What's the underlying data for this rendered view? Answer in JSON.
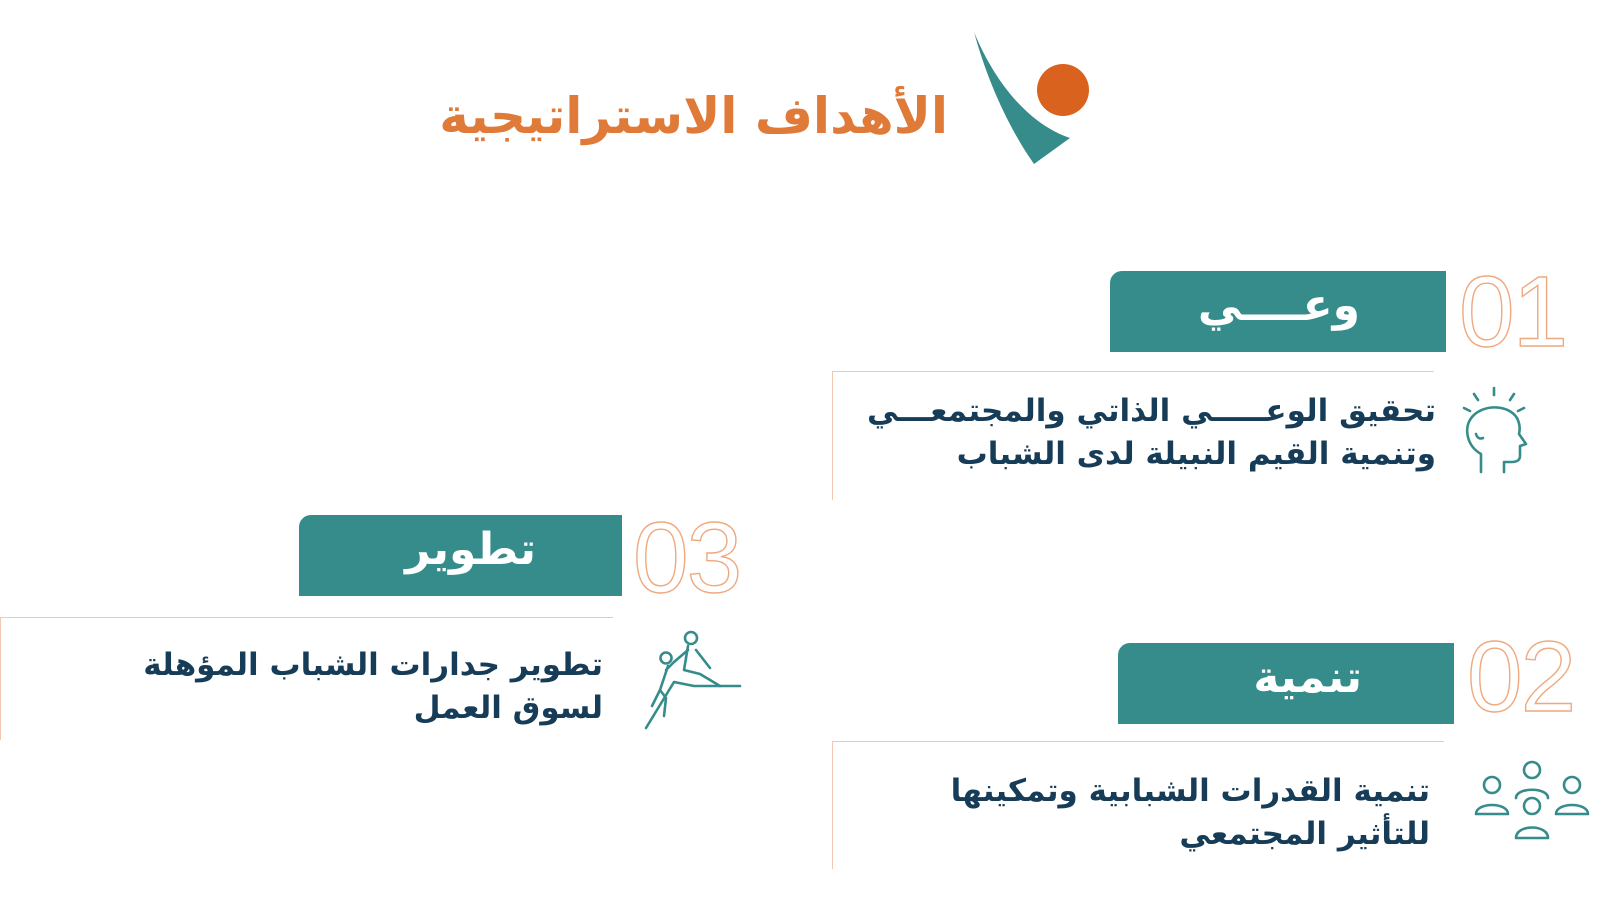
{
  "header": {
    "title": "الأهداف الاستراتيجية",
    "logo_icon": "brand-logo-icon"
  },
  "colors": {
    "teal": "#358c8a",
    "orange": "#e07a39",
    "navy": "#173c58",
    "number_outline": "#efa97f",
    "card_border": "#f2c9b0"
  },
  "goals": [
    {
      "number": "01",
      "label": "وعــــي",
      "description": "تحقيق الوعـــــي الذاتي والمجتمعـــي وتنمية القيم النبيلة لدى الشباب",
      "icon": "head-idea-icon"
    },
    {
      "number": "02",
      "label": "تنمية",
      "description": "تنمية القدرات الشبابية وتمكينها للتأثير المجتمعي",
      "icon": "people-group-icon"
    },
    {
      "number": "03",
      "label": "تطوير",
      "description": "تطوير جدارات الشباب المؤهلة لسوق العمل",
      "icon": "climbing-help-icon"
    }
  ]
}
